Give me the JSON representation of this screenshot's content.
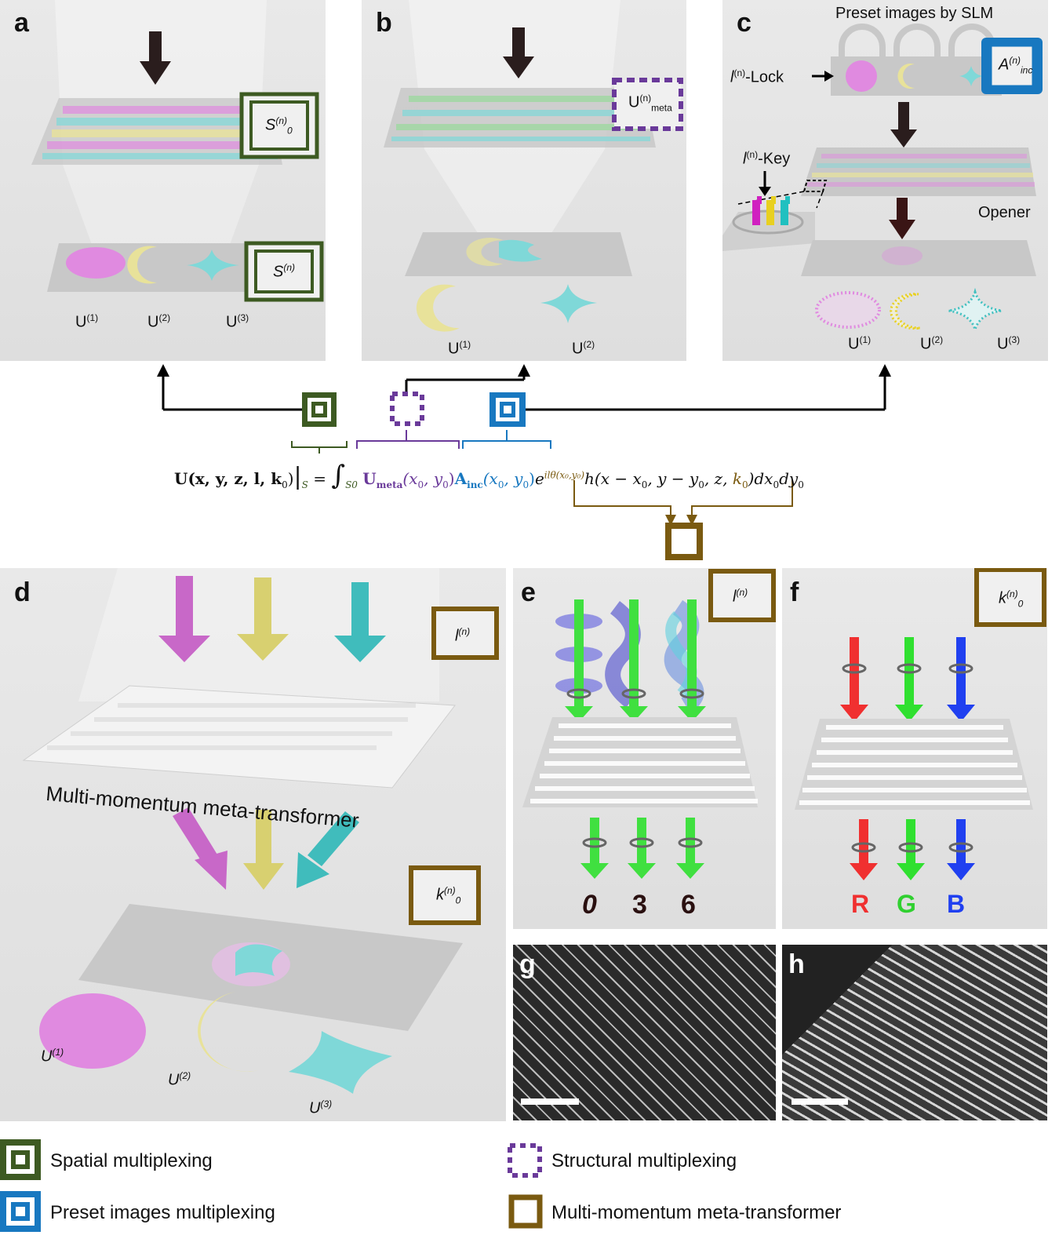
{
  "panels": {
    "a": {
      "label": "a",
      "u1": "U",
      "u2": "U",
      "u3": "U",
      "s0": "S",
      "s": "S"
    },
    "b": {
      "label": "b",
      "umeta": "U",
      "umeta_sup": "(n)",
      "umeta_sub": "meta",
      "u1": "U",
      "u2": "U"
    },
    "c": {
      "label": "c",
      "title": "Preset images by SLM",
      "lock": "-Lock",
      "key": "-Key",
      "opener": "Opener",
      "ainc": "A",
      "ainc_sub": "inc",
      "u1": "U",
      "u2": "U",
      "u3": "U"
    },
    "d": {
      "label": "d",
      "meta_text": "Multi-momentum meta-transformer",
      "l": "l",
      "k0": "k",
      "u1": "U",
      "u2": "U",
      "u3": "U"
    },
    "e": {
      "label": "e",
      "l": "l",
      "digits": [
        "0",
        "3",
        "6"
      ]
    },
    "f": {
      "label": "f",
      "k0": "k",
      "letters": [
        "R",
        "G",
        "B"
      ]
    },
    "g": {
      "label": "g"
    },
    "h": {
      "label": "h"
    }
  },
  "superscripts": {
    "n": "(n)",
    "one": "(1)",
    "two": "(2)",
    "three": "(3)",
    "zero": "0"
  },
  "equation": {
    "lhs": "U(x, y, z, l, k",
    "lhs_end": ")",
    "eval": "S",
    "eq": "=",
    "int_sub": "S",
    "umeta": "U",
    "umeta_sub": "meta",
    "umeta_args": "(x",
    "umeta_args_end": ", y",
    "ainc": "A",
    "ainc_sub": "inc",
    "ainc_args": "(x",
    "exp": "e",
    "exp_sup": "ilθ(x",
    "h": "h(x − x",
    "h2": ", y − y",
    "h3": ", z, ",
    "k": "k",
    "tail": ")dx",
    "dy": "dy"
  },
  "legend": [
    {
      "label": "Spatial multiplexing",
      "color": "#3d5a22"
    },
    {
      "label": "Structural multiplexing",
      "color": "#6a3a9a"
    },
    {
      "label": "Preset images multiplexing",
      "color": "#1878c0"
    },
    {
      "label": "Multi-momentum meta-transformer",
      "color": "#7a5a10"
    }
  ],
  "colors": {
    "green": "#3d5a22",
    "purple": "#6a3a9a",
    "blue": "#1878c0",
    "brown": "#7a5a10",
    "pink": "#e08ae0",
    "yellow": "#e8e29a",
    "cyan": "#7fd8d8"
  }
}
